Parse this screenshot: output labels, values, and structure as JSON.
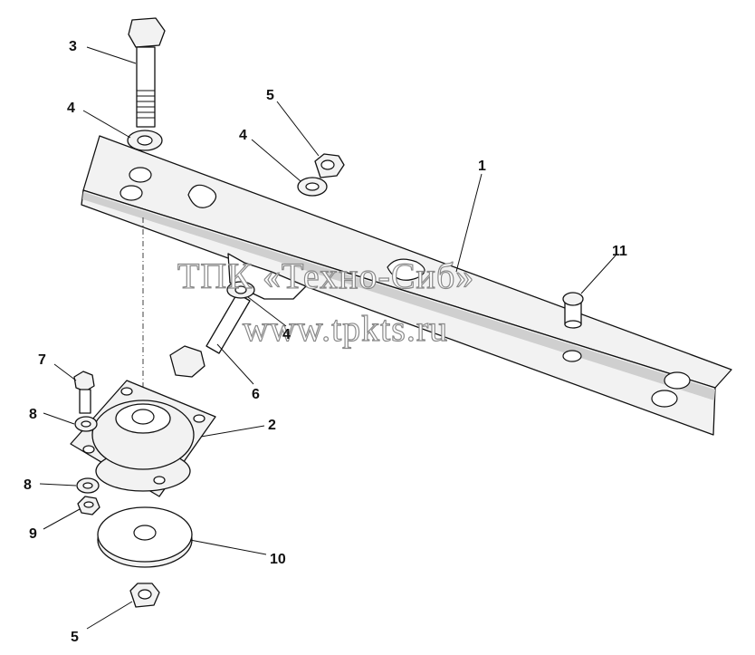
{
  "watermark": {
    "line1": "ТПК «Техно-Сиб»",
    "line2": "www.tpkts.ru"
  },
  "callouts": [
    {
      "id": "c3",
      "label": "3"
    },
    {
      "id": "c4a",
      "label": "4"
    },
    {
      "id": "c5a",
      "label": "5"
    },
    {
      "id": "c4b",
      "label": "4"
    },
    {
      "id": "c1",
      "label": "1"
    },
    {
      "id": "c11",
      "label": "11"
    },
    {
      "id": "c4c",
      "label": "4"
    },
    {
      "id": "c6",
      "label": "6"
    },
    {
      "id": "c7",
      "label": "7"
    },
    {
      "id": "c8a",
      "label": "8"
    },
    {
      "id": "c2",
      "label": "2"
    },
    {
      "id": "c8b",
      "label": "8"
    },
    {
      "id": "c9",
      "label": "9"
    },
    {
      "id": "c10",
      "label": "10"
    },
    {
      "id": "c5b",
      "label": "5"
    }
  ]
}
